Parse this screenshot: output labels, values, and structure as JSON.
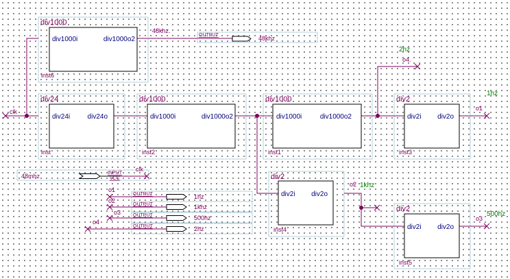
{
  "colors": {
    "wire": "#800060",
    "frame": "#6aa0b8",
    "port_text": "#00007a",
    "annotation": "#008000"
  },
  "blocks": {
    "inst6": {
      "type": "div1000",
      "in_port": "div1000i",
      "out_port": "div1000o2",
      "instance": "inst6"
    },
    "inst": {
      "type": "div24",
      "in_port": "div24i",
      "out_port": "div24o",
      "instance": "inst"
    },
    "inst2": {
      "type": "div1000",
      "in_port": "div1000i",
      "out_port": "div1000o2",
      "instance": "inst2"
    },
    "inst1": {
      "type": "div1000",
      "in_port": "div1000i",
      "out_port": "div1000o2",
      "instance": "inst1"
    },
    "inst3": {
      "type": "div2",
      "in_port": "div2i",
      "out_port": "div2o",
      "instance": "inst3"
    },
    "inst4": {
      "type": "div2",
      "in_port": "div2i",
      "out_port": "div2o",
      "instance": "inst4"
    },
    "inst5": {
      "type": "div2",
      "in_port": "div2i",
      "out_port": "div2o",
      "instance": "inst5"
    }
  },
  "pins": {
    "input_48": {
      "keyword": "INPUT",
      "name": "48mhz",
      "sublabel": "VCC",
      "net": "clk"
    },
    "output_48khz": {
      "keyword": "OUTPUT",
      "name": "48khz",
      "net": "48khz."
    },
    "output_1hz": {
      "keyword": "OUTPUT",
      "name": "1hz",
      "net": "o1"
    },
    "output_1khz": {
      "keyword": "OUTPUT",
      "name": "1khz",
      "net": "o2"
    },
    "output_500hz": {
      "keyword": "OUTPUT",
      "name": "500hz",
      "net": "o3"
    },
    "output_2hz": {
      "keyword": "OUTPUT",
      "name": "2hz",
      "net": "o4"
    }
  },
  "nets": {
    "clk": "clk",
    "o4_tap": "o4.",
    "o1": "o1",
    "o2": "o2",
    "o3": "o3"
  },
  "annotations": {
    "hz2": "2hz",
    "hz1": "1hz",
    "khz1": "1khz",
    "hz500": "500hz"
  }
}
